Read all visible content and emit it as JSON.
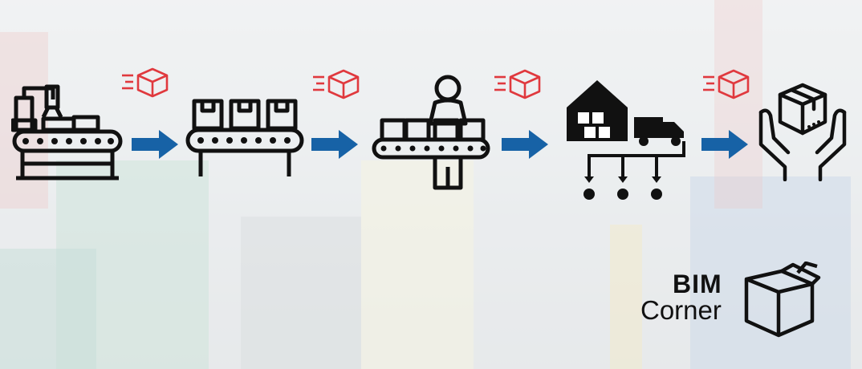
{
  "diagram": {
    "steps": [
      {
        "name": "robotic-arm-production"
      },
      {
        "name": "conveyor-packaging"
      },
      {
        "name": "worker-packing"
      },
      {
        "name": "warehouse-distribution"
      },
      {
        "name": "delivery-to-customer"
      }
    ],
    "connector": "arrow-right-icon",
    "accent_arrow": "#1762a6",
    "accent_box": "#e0393e",
    "icon_color": "#111111"
  },
  "logo": {
    "line1": "BIM",
    "line2": "Corner"
  }
}
